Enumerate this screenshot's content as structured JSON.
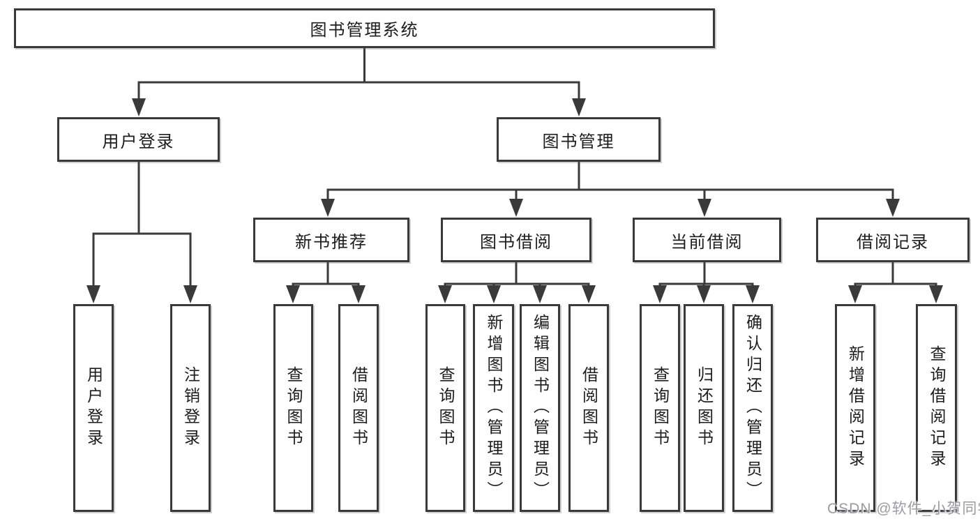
{
  "nodes": {
    "root": {
      "label": "图书管理系统"
    },
    "level2": [
      {
        "label": "用户登录"
      },
      {
        "label": "图书管理"
      }
    ],
    "level3": [
      {
        "label": "新书推荐"
      },
      {
        "label": "图书借阅"
      },
      {
        "label": "当前借阅"
      },
      {
        "label": "借阅记录"
      }
    ],
    "leaves": [
      {
        "label": "用户登录"
      },
      {
        "label": "注销登录"
      },
      {
        "label": "查询图书"
      },
      {
        "label": "借阅图书"
      },
      {
        "label": "查询图书"
      },
      {
        "label": "新增图书（管理员）"
      },
      {
        "label": "编辑图书（管理员）"
      },
      {
        "label": "借阅图书"
      },
      {
        "label": "查询图书"
      },
      {
        "label": "归还图书"
      },
      {
        "label": "确认归还（管理员）"
      },
      {
        "label": "新增借阅记录"
      },
      {
        "label": "查询借阅记录"
      }
    ]
  },
  "watermark": "CSDN @软件_小贺同学",
  "colors": {
    "line": "#3a3a3a",
    "text": "#1c1c1c",
    "watermark": "#9b9ba1",
    "background": "#ffffff"
  }
}
